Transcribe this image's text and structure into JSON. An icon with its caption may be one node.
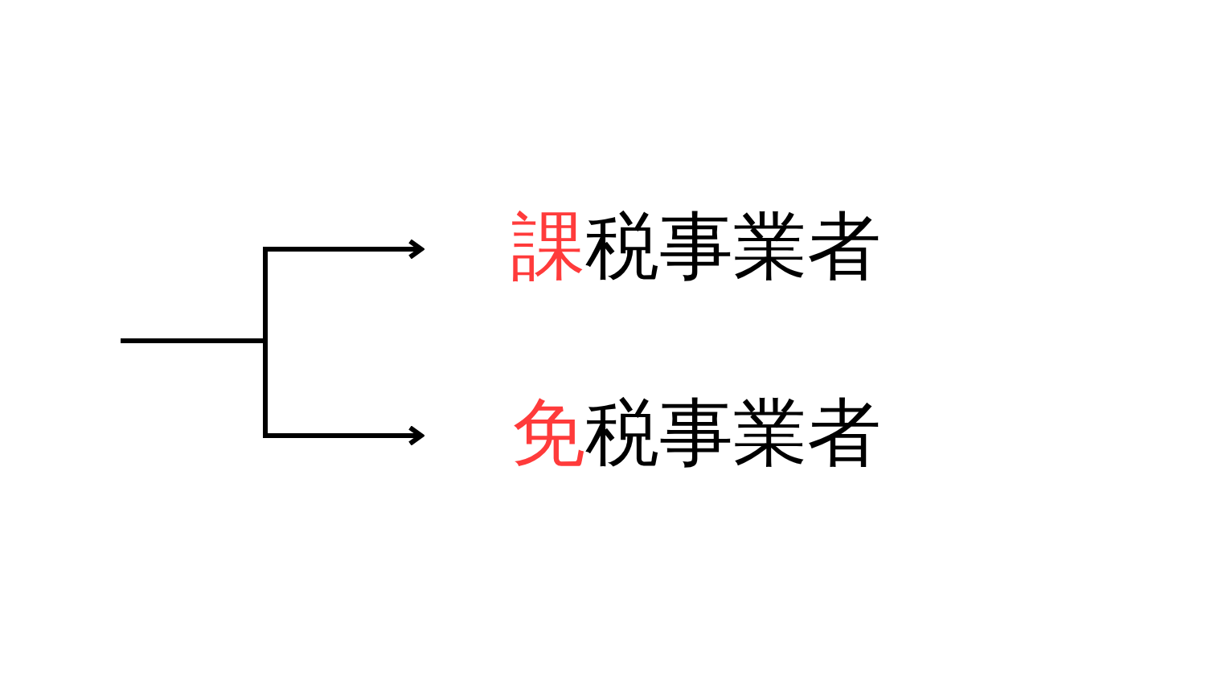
{
  "diagram": {
    "nodes": [
      {
        "text": [
          "課税事業者"
        ]
      },
      {
        "text": [
          "免税事業者"
        ]
      }
    ],
    "edges": [
      {
        "from": null,
        "to": 0,
        "arrow": "to"
      },
      {
        "from": null,
        "to": 1,
        "arrow": "to"
      }
    ]
  }
}
